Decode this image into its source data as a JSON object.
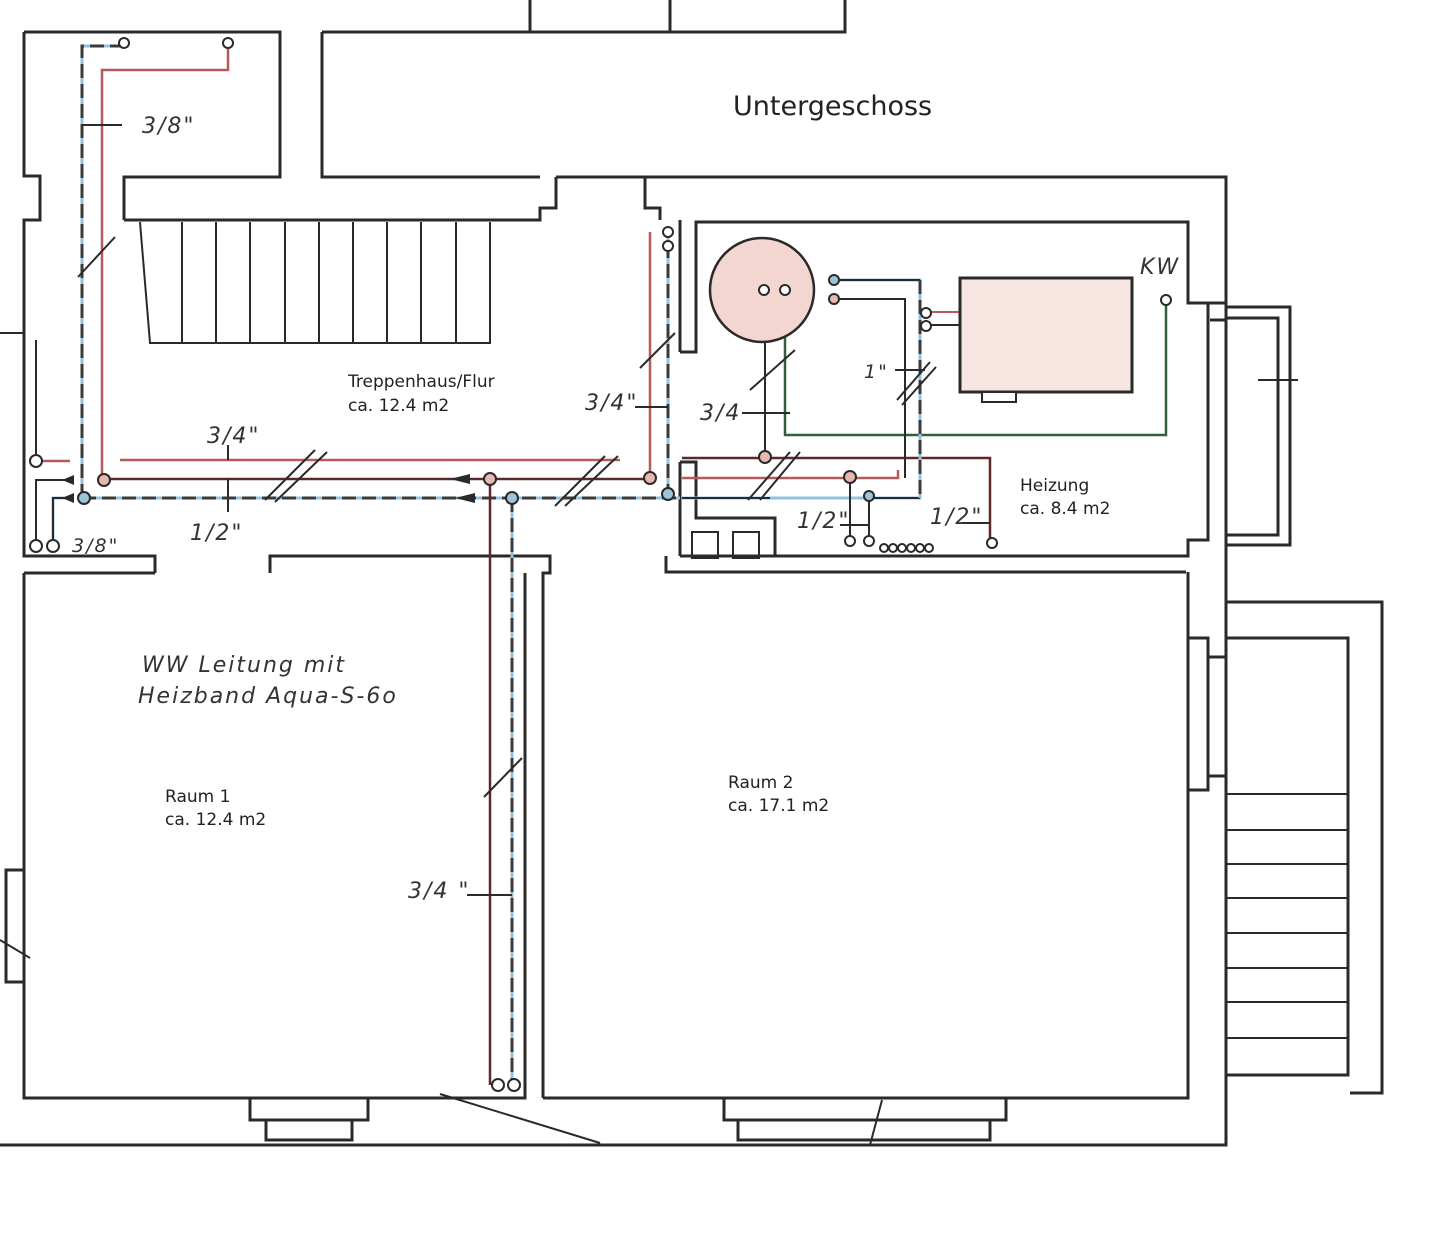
{
  "title": "Untergeschoss",
  "rooms": [
    {
      "name": "Treppenhaus/Flur",
      "area": "ca. 12.4 m2"
    },
    {
      "name": "Heizung",
      "area": "ca. 8.4 m2"
    },
    {
      "name": "Raum 1",
      "area": "ca. 12.4 m2"
    },
    {
      "name": "Raum 2",
      "area": "ca. 17.1 m2"
    }
  ],
  "note": {
    "line1": "WW Leitung  mit",
    "line2": "Heizband   Aqua-S-6o"
  },
  "pipe_labels": {
    "top_left_38": "3/8\"",
    "bottom_left_38": "3/8\"",
    "flur_34_top": "3/4\"",
    "flur_12": "1/2\"",
    "flur_34_right": "3/4\"",
    "heizung_34": "3/4",
    "heizung_1": "1\"",
    "heizung_12_a": "1/2\"",
    "heizung_12_b": "1/2\"",
    "raum1_34": "3/4 \"",
    "kw": "KW"
  },
  "colors": {
    "walls": "#2a2a2a",
    "hot_water": "#b45a5a",
    "cold_water": "#8fc3e0",
    "return_line": "#2f5f3f",
    "boiler_fill": "#f3d6d0"
  }
}
